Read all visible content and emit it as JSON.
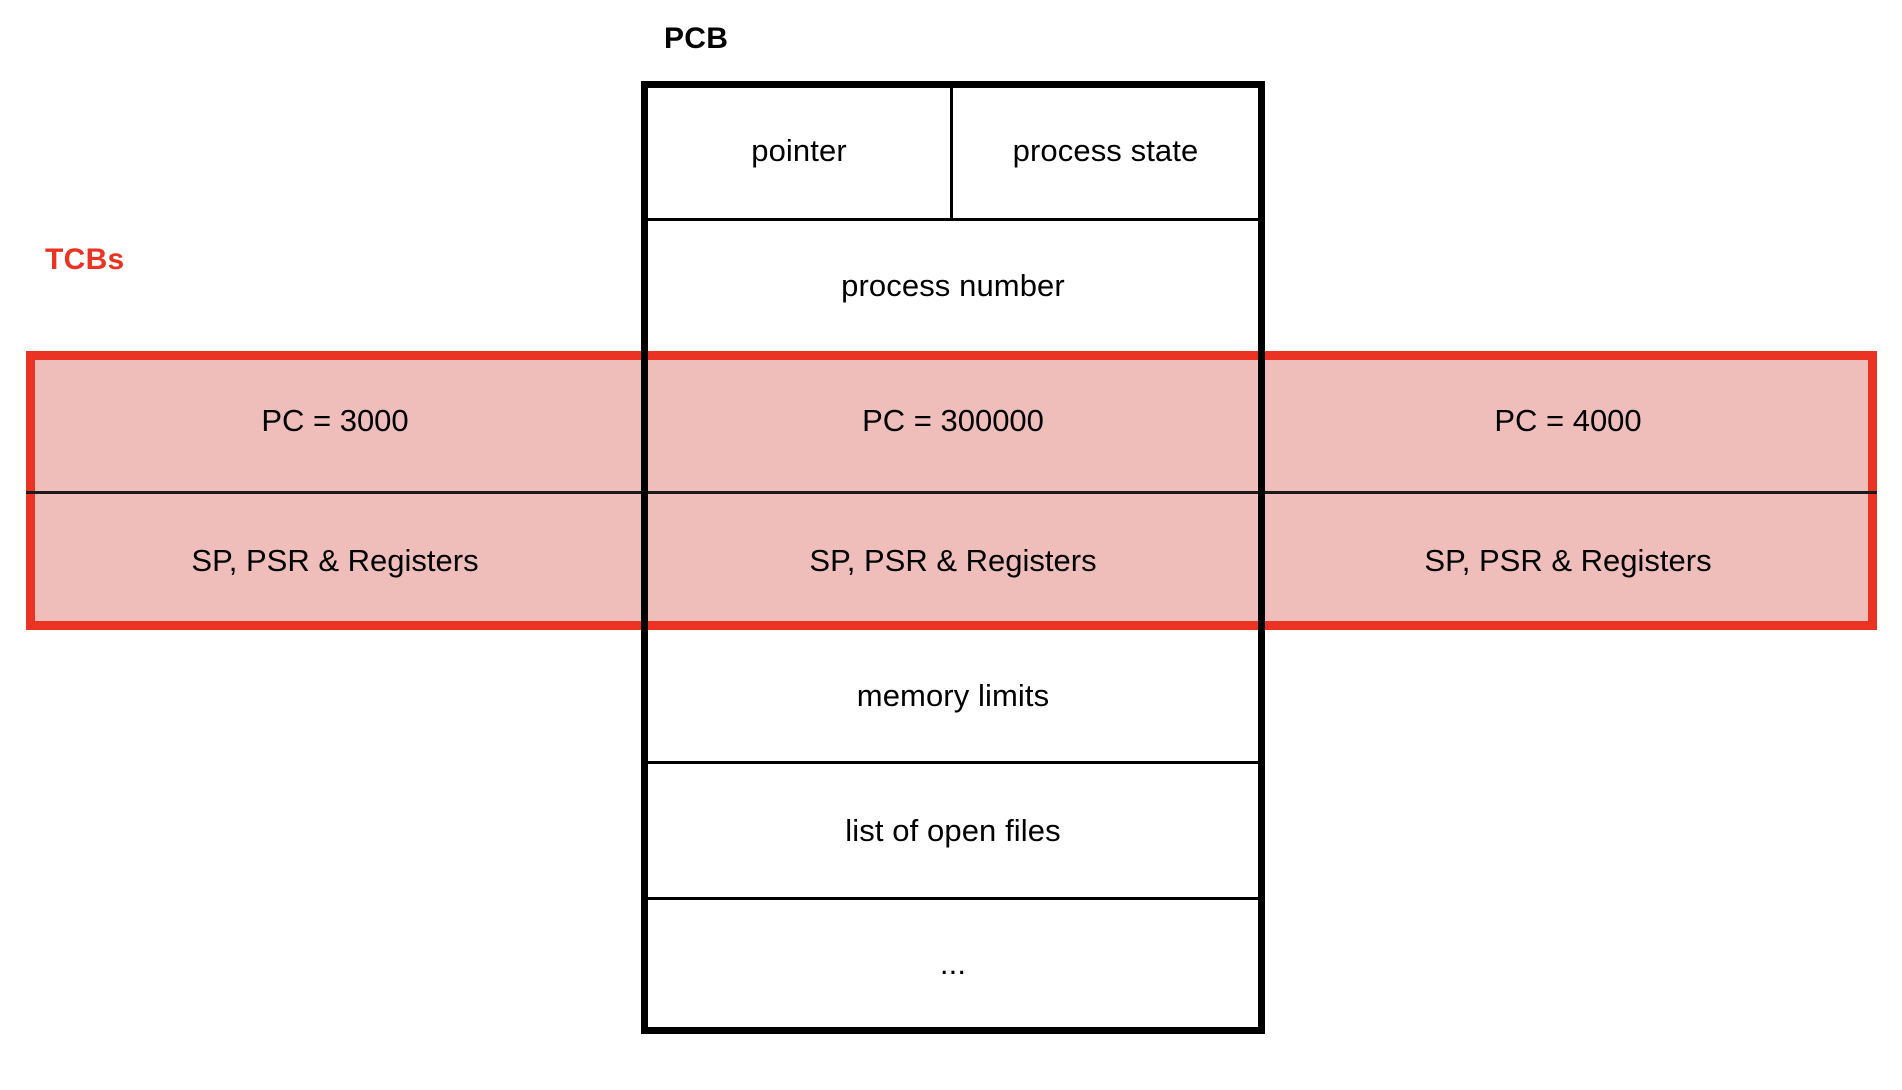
{
  "diagram": {
    "title_pcb": "PCB",
    "title_tcbs": "TCBs",
    "colors": {
      "tcb_border": "#ea3323",
      "tcb_fill": "#efbdba",
      "pcb_border": "#000000",
      "text": "#000000",
      "background": "#ffffff"
    }
  },
  "pcb": {
    "label": "PCB",
    "rows": [
      {
        "id": "pointer",
        "label": "pointer"
      },
      {
        "id": "process-state",
        "label": "process state"
      },
      {
        "id": "process-number",
        "label": "process number"
      },
      {
        "id": "memory-limits",
        "label": "memory limits"
      },
      {
        "id": "open-files",
        "label": "list of open files"
      },
      {
        "id": "ellipsis",
        "label": "..."
      }
    ]
  },
  "tcbs": {
    "label": "TCBs",
    "columns": [
      {
        "id": "tcb-left",
        "pc": "PC = 3000",
        "regs": "SP, PSR & Registers"
      },
      {
        "id": "tcb-middle",
        "pc": "PC = 300000",
        "regs": "SP, PSR & Registers"
      },
      {
        "id": "tcb-right",
        "pc": "PC = 4000",
        "regs": "SP, PSR & Registers"
      }
    ]
  }
}
